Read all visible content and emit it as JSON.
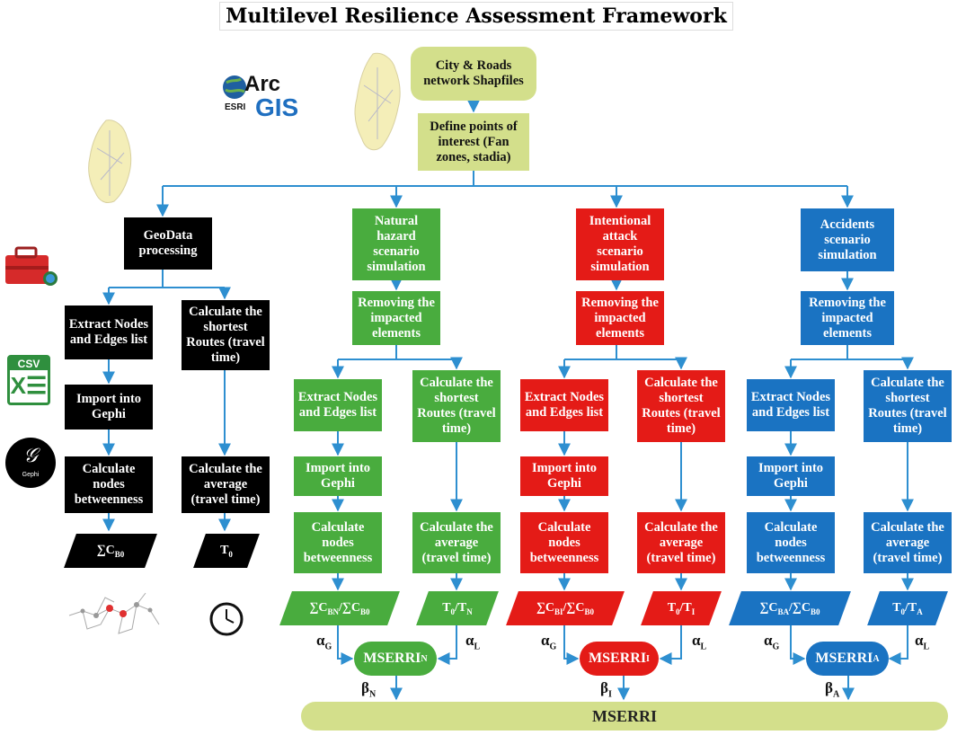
{
  "title": "Multilevel Resilience Assessment Framework",
  "top": {
    "input": "City & Roads\nnetwork Shapfiles",
    "points": "Define  points of\ninterest (Fan\nzones, stadia)"
  },
  "logos": {
    "arcgis_top": "Arc",
    "arcgis_esri": "ESRI",
    "arcgis_bottom": "GIS",
    "csv": "CSV",
    "gephi": "Gephi"
  },
  "columns": {
    "geo": {
      "head": "GeoData\nprocessing",
      "extract": "Extract Nodes\nand Edges list",
      "routes": "Calculate the\nshortest\nRoutes (travel\ntime)",
      "import": "Import into\nGephi",
      "betw": "Calculate\nnodes\nbetweenness",
      "avg": "Calculate the\naverage\n(travel time)",
      "sum": "∑C",
      "sum_sub": "B0",
      "t": "T",
      "t_sub": "0"
    },
    "natural": {
      "head": "Natural\nhazard\nscenario\nsimulation",
      "remove": "Removing the\nimpacted\nelements",
      "extract": "Extract Nodes\nand Edges list",
      "routes": "Calculate the\nshortest\nRoutes (travel\ntime)",
      "import": "Import into\nGephi",
      "betw": "Calculate\nnodes\nbetweenness",
      "avg": "Calculate the\naverage\n(travel time)",
      "ratio_c": "∑C",
      "ratio_c_sub": "BN",
      "ratio_c2": "/∑C",
      "ratio_c2_sub": "B0",
      "ratio_t": "T",
      "ratio_t_sub": "0",
      "ratio_t2": "/T",
      "ratio_t2_sub": "N",
      "alpha_g": "α",
      "alpha_g_sub": "G",
      "alpha_l": "α",
      "alpha_l_sub": "L",
      "mserri": "MSERRI",
      "mserri_sub": "N",
      "beta": "β",
      "beta_sub": "N"
    },
    "attack": {
      "head": "Intentional\nattack\nscenario\nsimulation",
      "remove": "Removing the\nimpacted\nelements",
      "extract": "Extract Nodes\nand Edges list",
      "routes": "Calculate the\nshortest\nRoutes (travel\ntime)",
      "import": "Import into\nGephi",
      "betw": "Calculate\nnodes\nbetweenness",
      "avg": "Calculate the\naverage\n(travel time)",
      "ratio_c": "∑C",
      "ratio_c_sub": "BI",
      "ratio_c2": "/∑C",
      "ratio_c2_sub": "B0",
      "ratio_t": "T",
      "ratio_t_sub": "0",
      "ratio_t2": "/T",
      "ratio_t2_sub": "I",
      "alpha_g": "α",
      "alpha_g_sub": "G",
      "alpha_l": "α",
      "alpha_l_sub": "L",
      "mserri": "MSERRI",
      "mserri_sub": "I",
      "beta": "β",
      "beta_sub": "I"
    },
    "accident": {
      "head": "Accidents\nscenario\nsimulation",
      "remove": "Removing the\nimpacted\nelements",
      "extract": "Extract Nodes\nand Edges list",
      "routes": "Calculate the\nshortest\nRoutes (travel\ntime)",
      "import": "Import into\nGephi",
      "betw": "Calculate\nnodes\nbetweenness",
      "avg": "Calculate the\naverage\n(travel time)",
      "ratio_c": "∑C",
      "ratio_c_sub": "BA",
      "ratio_c2": "/∑C",
      "ratio_c2_sub": "B0",
      "ratio_t": "T",
      "ratio_t_sub": "0",
      "ratio_t2": "/T",
      "ratio_t2_sub": "A",
      "alpha_g": "α",
      "alpha_g_sub": "G",
      "alpha_l": "α",
      "alpha_l_sub": "L",
      "mserri": "MSERRI",
      "mserri_sub": "A",
      "beta": "β",
      "beta_sub": "A"
    }
  },
  "final": "MSERRI",
  "colors": {
    "green": "#49ac3e",
    "red": "#e41b17",
    "blue": "#1a73c2",
    "black": "#000000",
    "yellow": "#d3df8b",
    "arrow": "#2e8fd0"
  },
  "icons": [
    "qatar-map-icon",
    "arcgis-logo-icon",
    "toolbox-icon",
    "csv-file-icon",
    "gephi-logo-icon",
    "network-graph-icon",
    "clock-icon"
  ]
}
